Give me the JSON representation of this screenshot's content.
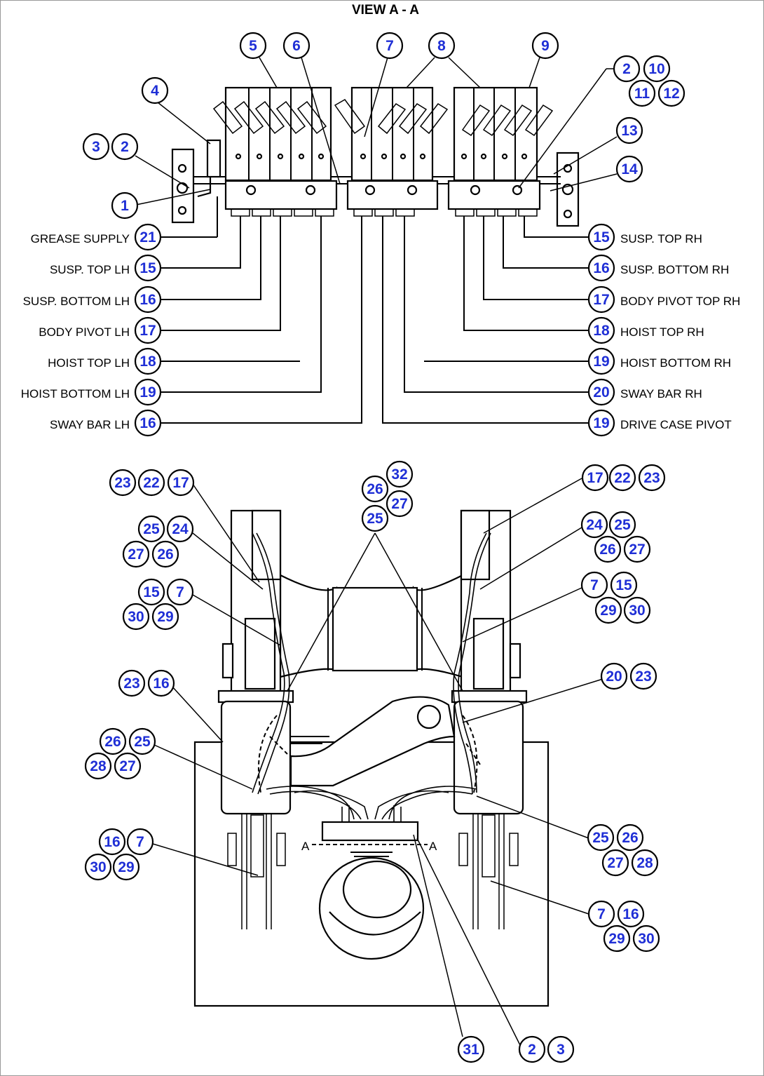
{
  "title": "VIEW  A - A",
  "section_markers": [
    "A",
    "A"
  ],
  "labels_left": [
    {
      "text": "GREASE SUPPLY",
      "callout": "21"
    },
    {
      "text": "SUSP. TOP LH",
      "callout": "15"
    },
    {
      "text": "SUSP. BOTTOM LH",
      "callout": "16"
    },
    {
      "text": "BODY PIVOT LH",
      "callout": "17"
    },
    {
      "text": "HOIST TOP LH",
      "callout": "18"
    },
    {
      "text": "HOIST BOTTOM LH",
      "callout": "19"
    },
    {
      "text": "SWAY BAR LH",
      "callout": "16"
    }
  ],
  "labels_right": [
    {
      "text": "SUSP. TOP RH",
      "callout": "15"
    },
    {
      "text": "SUSP. BOTTOM RH",
      "callout": "16"
    },
    {
      "text": "BODY PIVOT TOP RH",
      "callout": "17"
    },
    {
      "text": "HOIST TOP RH",
      "callout": "18"
    },
    {
      "text": "HOIST BOTTOM RH",
      "callout": "19"
    },
    {
      "text": "SWAY BAR RH",
      "callout": "20"
    },
    {
      "text": "DRIVE CASE PIVOT",
      "callout": "19"
    }
  ],
  "callouts": [
    "5",
    "6",
    "7",
    "8",
    "9",
    "2",
    "10",
    "11",
    "12",
    "4",
    "3",
    "2",
    "13",
    "14",
    "1",
    "23",
    "22",
    "17",
    "32",
    "26",
    "27",
    "25",
    "17",
    "22",
    "23",
    "25",
    "24",
    "27",
    "26",
    "24",
    "25",
    "26",
    "27",
    "15",
    "7",
    "30",
    "29",
    "7",
    "15",
    "29",
    "30",
    "23",
    "16",
    "20",
    "23",
    "26",
    "25",
    "28",
    "27",
    "25",
    "26",
    "27",
    "28",
    "16",
    "7",
    "30",
    "29",
    "7",
    "16",
    "29",
    "30",
    "31",
    "2",
    "3"
  ],
  "colors": {
    "callout_text": "#1f2fd6",
    "line": "#000000"
  }
}
